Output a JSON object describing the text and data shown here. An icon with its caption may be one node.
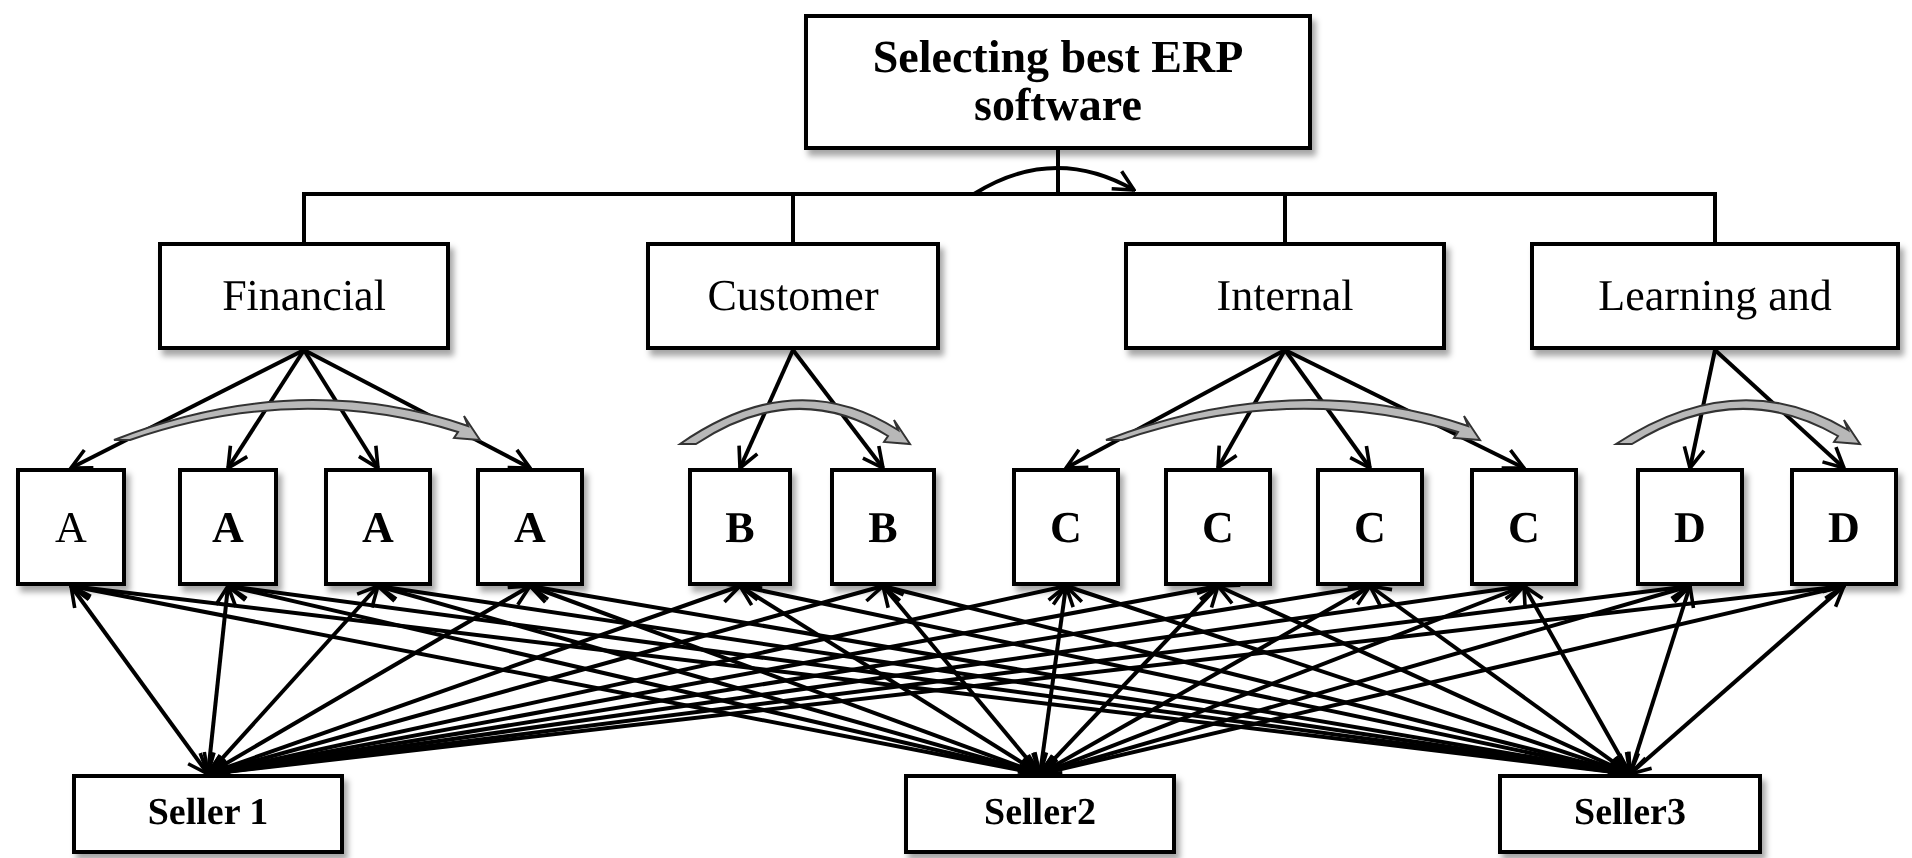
{
  "diagram": {
    "nodes": [
      {
        "text": [
          "Selecting best ERP software"
        ]
      },
      {
        "text": [
          "Financial"
        ]
      },
      {
        "text": [
          "Customer"
        ]
      },
      {
        "text": [
          "Internal"
        ]
      },
      {
        "text": [
          "Learning and"
        ]
      },
      {
        "text": [
          "A"
        ]
      },
      {
        "text": [
          "A"
        ]
      },
      {
        "text": [
          "A"
        ]
      },
      {
        "text": [
          "A"
        ]
      },
      {
        "text": [
          "B"
        ]
      },
      {
        "text": [
          "B"
        ]
      },
      {
        "text": [
          "C"
        ]
      },
      {
        "text": [
          "C"
        ]
      },
      {
        "text": [
          "C"
        ]
      },
      {
        "text": [
          "C"
        ]
      },
      {
        "text": [
          "D"
        ]
      },
      {
        "text": [
          "D"
        ]
      },
      {
        "text": [
          "Seller 1"
        ]
      },
      {
        "text": [
          "Seller2"
        ]
      },
      {
        "text": [
          "Seller3"
        ]
      }
    ],
    "edges": [
      {
        "from": 0,
        "to": 1,
        "arrow": "none"
      },
      {
        "from": 0,
        "to": 2,
        "arrow": "none"
      },
      {
        "from": 0,
        "to": 3,
        "arrow": "none"
      },
      {
        "from": 0,
        "to": 4,
        "arrow": "none"
      },
      {
        "from": 1,
        "to": 5,
        "arrow": "to"
      },
      {
        "from": 1,
        "to": 6,
        "arrow": "to"
      },
      {
        "from": 1,
        "to": 7,
        "arrow": "to"
      },
      {
        "from": 1,
        "to": 8,
        "arrow": "to"
      },
      {
        "from": 2,
        "to": 9,
        "arrow": "to"
      },
      {
        "from": 2,
        "to": 10,
        "arrow": "to"
      },
      {
        "from": 3,
        "to": 11,
        "arrow": "to"
      },
      {
        "from": 3,
        "to": 12,
        "arrow": "to"
      },
      {
        "from": 3,
        "to": 13,
        "arrow": "to"
      },
      {
        "from": 3,
        "to": 14,
        "arrow": "to"
      },
      {
        "from": 4,
        "to": 15,
        "arrow": "to"
      },
      {
        "from": 4,
        "to": 16,
        "arrow": "to"
      },
      {
        "from": 5,
        "to": 17,
        "arrow": "both"
      },
      {
        "from": 6,
        "to": 17,
        "arrow": "both"
      },
      {
        "from": 7,
        "to": 17,
        "arrow": "both"
      },
      {
        "from": 8,
        "to": 17,
        "arrow": "both"
      },
      {
        "from": 9,
        "to": 17,
        "arrow": "both"
      },
      {
        "from": 10,
        "to": 17,
        "arrow": "both"
      },
      {
        "from": 11,
        "to": 17,
        "arrow": "both"
      },
      {
        "from": 12,
        "to": 17,
        "arrow": "both"
      },
      {
        "from": 13,
        "to": 17,
        "arrow": "both"
      },
      {
        "from": 14,
        "to": 17,
        "arrow": "both"
      },
      {
        "from": 15,
        "to": 17,
        "arrow": "both"
      },
      {
        "from": 16,
        "to": 17,
        "arrow": "both"
      },
      {
        "from": 5,
        "to": 18,
        "arrow": "both"
      },
      {
        "from": 6,
        "to": 18,
        "arrow": "both"
      },
      {
        "from": 7,
        "to": 18,
        "arrow": "both"
      },
      {
        "from": 8,
        "to": 18,
        "arrow": "both"
      },
      {
        "from": 9,
        "to": 18,
        "arrow": "both"
      },
      {
        "from": 10,
        "to": 18,
        "arrow": "both"
      },
      {
        "from": 11,
        "to": 18,
        "arrow": "both"
      },
      {
        "from": 12,
        "to": 18,
        "arrow": "both"
      },
      {
        "from": 13,
        "to": 18,
        "arrow": "both"
      },
      {
        "from": 14,
        "to": 18,
        "arrow": "both"
      },
      {
        "from": 15,
        "to": 18,
        "arrow": "both"
      },
      {
        "from": 16,
        "to": 18,
        "arrow": "both"
      },
      {
        "from": 5,
        "to": 19,
        "arrow": "both"
      },
      {
        "from": 6,
        "to": 19,
        "arrow": "both"
      },
      {
        "from": 7,
        "to": 19,
        "arrow": "both"
      },
      {
        "from": 8,
        "to": 19,
        "arrow": "both"
      },
      {
        "from": 9,
        "to": 19,
        "arrow": "both"
      },
      {
        "from": 10,
        "to": 19,
        "arrow": "both"
      },
      {
        "from": 11,
        "to": 19,
        "arrow": "both"
      },
      {
        "from": 12,
        "to": 19,
        "arrow": "both"
      },
      {
        "from": 13,
        "to": 19,
        "arrow": "both"
      },
      {
        "from": 14,
        "to": 19,
        "arrow": "both"
      },
      {
        "from": 15,
        "to": 19,
        "arrow": "both"
      },
      {
        "from": 16,
        "to": 19,
        "arrow": "both"
      }
    ]
  }
}
